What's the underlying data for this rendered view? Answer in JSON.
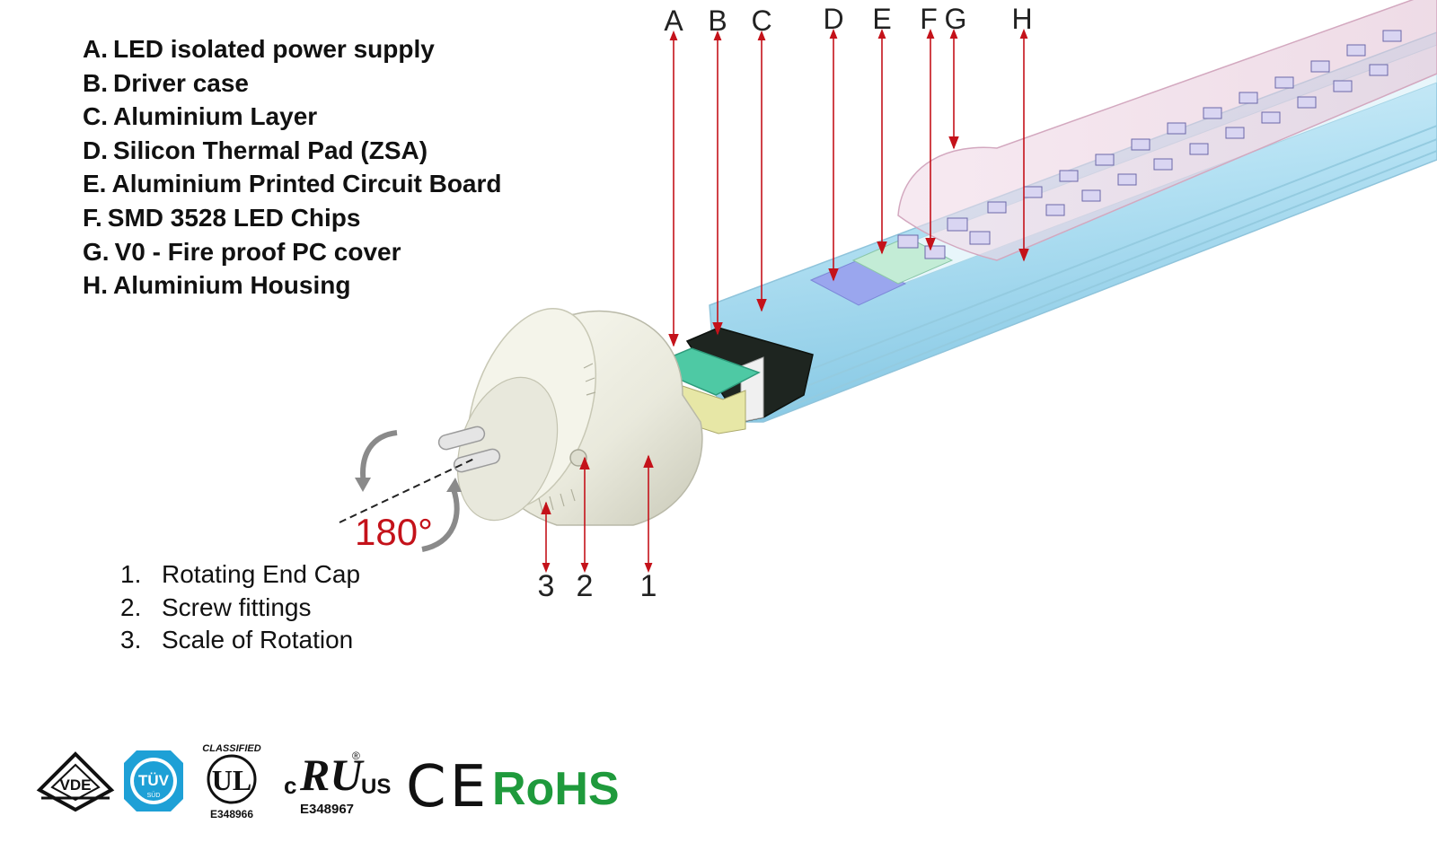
{
  "legend_parts": [
    {
      "letter": "A",
      "code": "A.",
      "text": "LED isolated power supply"
    },
    {
      "letter": "B",
      "code": "B.",
      "text": "Driver case"
    },
    {
      "letter": "C",
      "code": "C.",
      "text": "Aluminium Layer"
    },
    {
      "letter": "D",
      "code": "D.",
      "text": "Silicon Thermal Pad (ZSA)"
    },
    {
      "letter": "E",
      "code": "E.",
      "text": "Aluminium Printed Circuit Board"
    },
    {
      "letter": "F",
      "code": "F.",
      "text": "SMD 3528 LED Chips"
    },
    {
      "letter": "G",
      "code": "G.",
      "text": "V0 - Fire proof PC cover"
    },
    {
      "letter": "H",
      "code": "H.",
      "text": "Aluminium Housing"
    }
  ],
  "legend_endcap": [
    {
      "num": "1.",
      "text": "Rotating End Cap"
    },
    {
      "num": "2.",
      "text": "Screw fittings"
    },
    {
      "num": "3.",
      "text": "Scale of Rotation"
    }
  ],
  "callouts_top": [
    "A",
    "B",
    "C",
    "D",
    "E",
    "F",
    "G",
    "H"
  ],
  "callouts_bottom": [
    "3",
    "2",
    "1"
  ],
  "rotation_label": "180°",
  "certifications": {
    "vde": "VDE",
    "tuv": {
      "main": "TÜV",
      "sub": "SÜD"
    },
    "ul_classified": {
      "arc": "CLASSIFIED",
      "mark": "UL",
      "number": "E348966"
    },
    "ul_recognized": {
      "left": "c",
      "mark": "RU",
      "right": "US",
      "reg": "®",
      "number": "E348967"
    },
    "ce": "CE",
    "rohs": "RoHS"
  },
  "colors": {
    "callout_line": "#c4121a",
    "rotation_label": "#c4121a",
    "rohs": "#1f9a3c",
    "tuv": "#1ea0d6",
    "pcb_green": "#4ec9a4",
    "tube_blue": "#bfe6f5",
    "led_chip": "#d9d5f2"
  }
}
